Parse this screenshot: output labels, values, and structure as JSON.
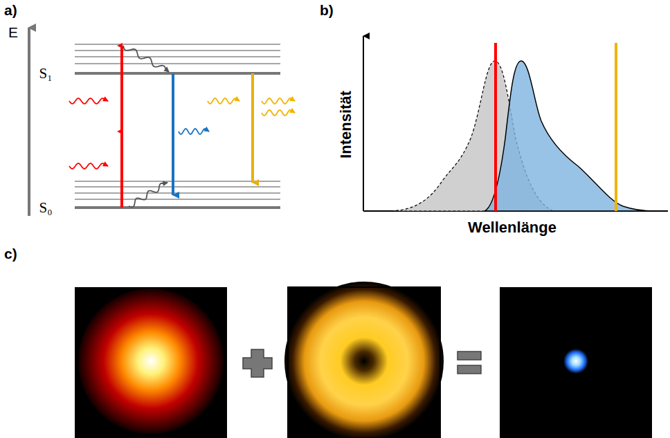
{
  "diagram": {
    "labels": [
      "a)",
      "b)",
      "c)",
      "E",
      "S₁",
      "S₀",
      "Intensität",
      "Wellenlänge"
    ]
  }
}
